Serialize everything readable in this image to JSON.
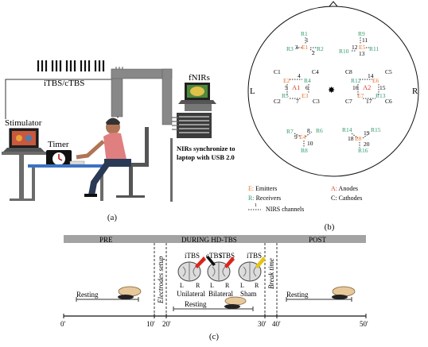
{
  "panel_a": {
    "caption": "(a)",
    "protocol_label": "iTBS/cTBS",
    "stimulator_label": "Stimulator",
    "timer_label": "Timer",
    "fnirs_label": "fNIRs",
    "sync_note_line1": "NIRs synchronize to",
    "sync_note_line2": "laptop with USB 2.0"
  },
  "panel_b": {
    "caption": "(b)",
    "side_left": "L",
    "side_right": "R",
    "colors": {
      "emitter": "#e8732a",
      "receiver": "#2e9a6b",
      "anode": "#d6402a",
      "cathode": "#222222"
    },
    "legend": {
      "emitters_key": "E:",
      "emitters_text": " Emitters",
      "receivers_key": "R:",
      "receivers_text": " Receivers",
      "anodes_key": "A:",
      "anodes_text": " Anodes",
      "cathodes_key": "C:",
      "cathodes_text": " Cathodes",
      "channels_key": "1",
      "channels_text": "NIRS channels"
    },
    "group_front_left": {
      "r_top": "R1",
      "ch_a": "1",
      "r_left": "R3",
      "ch_b": "3",
      "emitter": "E1",
      "r_right": "R2",
      "ch_c": "2"
    },
    "group_front_right": {
      "r_top": "R9",
      "ch_a": "11",
      "r_left": "R10",
      "ch_b": "12",
      "emitter": "E5",
      "r_right": "R11",
      "ch_c": "13"
    },
    "group_mid_left": {
      "c_tl": "C1",
      "c_tr": "C4",
      "ch_4": "4",
      "e_top": "E2",
      "r_right": "R4",
      "ch_5": "5",
      "anode": "A1",
      "ch_6": "6",
      "r_left": "R5",
      "e_bottom": "E3",
      "c_bl": "C2",
      "ch_7": "7",
      "c_br": "C3"
    },
    "group_mid_right": {
      "c_tl": "C8",
      "c_tr": "C5",
      "r_top": "R12",
      "ch_14": "14",
      "e_top": "E6",
      "ch_16": "16",
      "anode": "A2",
      "ch_15": "15",
      "e_bottom": "E7",
      "r_right": "R13",
      "c_bl": "C7",
      "ch_17": "17",
      "c_br": "C6"
    },
    "group_back_left": {
      "r_left": "R7",
      "ch_8": "8",
      "r_right": "R6",
      "ch_9": "9",
      "emitter": "E4",
      "ch_10": "10",
      "r_bottom": "R8"
    },
    "group_back_right": {
      "r_left": "R14",
      "ch_19": "19",
      "r_right": "R15",
      "ch_18": "18",
      "emitter": "E8",
      "ch_20": "20",
      "r_bottom": "R16"
    }
  },
  "panel_c": {
    "caption": "(c)",
    "phase_pre": "PRE",
    "phase_during": "DURING HD-TBS",
    "phase_post": "POST",
    "electrodes_setup": "Electrodes setup",
    "break_time": "Break time",
    "resting": "Resting",
    "protocol_itbs": "iTBS",
    "protocol_ctbs": "cTBS",
    "protocol_sham": "iTBS",
    "brain_left": "L",
    "brain_right": "R",
    "condition_unilateral": "Unilateral",
    "condition_bilateral": "Bilateral",
    "condition_sham": "Sham",
    "ticks": [
      "0'",
      "10'",
      "20'",
      "30'",
      "40'",
      "50'"
    ],
    "colors": {
      "header_bar": "#a3a3a3",
      "itbs_red": "#d9261c",
      "ctbs_black": "#111111",
      "sham_yellow": "#e6c414"
    }
  }
}
